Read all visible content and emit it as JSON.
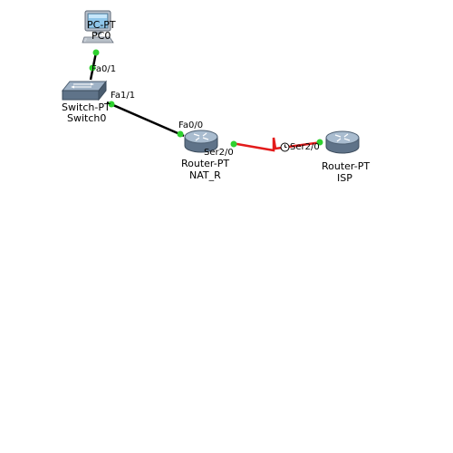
{
  "devices": {
    "pc0": {
      "type": "PC-PT",
      "name": "PC0"
    },
    "switch0": {
      "type": "Switch-PT",
      "name": "Switch0"
    },
    "nat_r": {
      "type": "Router-PT",
      "name": "NAT_R"
    },
    "isp": {
      "type": "Router-PT",
      "name": "ISP"
    }
  },
  "ports": {
    "pc0_fa0": "Fa0/1",
    "switch0_fa1": "Fa1/1",
    "nat_r_fa0": "Fa0/0",
    "nat_r_ser2": "Ser2/0",
    "isp_ser2": "Ser2/0"
  },
  "colors": {
    "ethernet_link": "#000000",
    "serial_link": "#e31b1b",
    "link_up": "#2fd12f"
  },
  "icons": {
    "pc": "desktop-computer-icon",
    "switch": "network-switch-icon",
    "router": "router-icon",
    "clock": "clock-icon"
  }
}
